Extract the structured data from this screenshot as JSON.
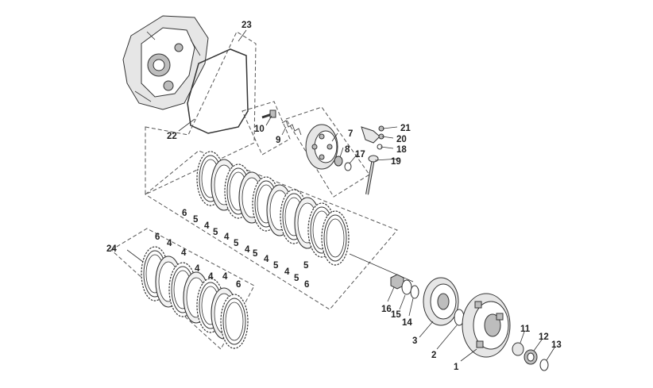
{
  "diagram": {
    "callouts": [
      {
        "id": "c1",
        "text": "1"
      },
      {
        "id": "c2",
        "text": "2"
      },
      {
        "id": "c3",
        "text": "3"
      },
      {
        "id": "c4a",
        "text": "4"
      },
      {
        "id": "c4b",
        "text": "4"
      },
      {
        "id": "c4c",
        "text": "4"
      },
      {
        "id": "c4d",
        "text": "4"
      },
      {
        "id": "c4e",
        "text": "4"
      },
      {
        "id": "c4f",
        "text": "4"
      },
      {
        "id": "c4g",
        "text": "4"
      },
      {
        "id": "c4h",
        "text": "4"
      },
      {
        "id": "c4i",
        "text": "4"
      },
      {
        "id": "c4j",
        "text": "4"
      },
      {
        "id": "c5a",
        "text": "5"
      },
      {
        "id": "c5b",
        "text": "5"
      },
      {
        "id": "c5c",
        "text": "5"
      },
      {
        "id": "c5d",
        "text": "5"
      },
      {
        "id": "c5e",
        "text": "5"
      },
      {
        "id": "c5f",
        "text": "5"
      },
      {
        "id": "c5g",
        "text": "5"
      },
      {
        "id": "c6a",
        "text": "6"
      },
      {
        "id": "c6b",
        "text": "6"
      },
      {
        "id": "c6c",
        "text": "6"
      },
      {
        "id": "c6d",
        "text": "6"
      },
      {
        "id": "c7",
        "text": "7"
      },
      {
        "id": "c8",
        "text": "8"
      },
      {
        "id": "c9",
        "text": "9"
      },
      {
        "id": "c10",
        "text": "10"
      },
      {
        "id": "c11",
        "text": "11"
      },
      {
        "id": "c12",
        "text": "12"
      },
      {
        "id": "c13",
        "text": "13"
      },
      {
        "id": "c14",
        "text": "14"
      },
      {
        "id": "c15",
        "text": "15"
      },
      {
        "id": "c16",
        "text": "16"
      },
      {
        "id": "c17",
        "text": "17"
      },
      {
        "id": "c18",
        "text": "18"
      },
      {
        "id": "c19",
        "text": "19"
      },
      {
        "id": "c20",
        "text": "20"
      },
      {
        "id": "c21",
        "text": "21"
      },
      {
        "id": "c22",
        "text": "22"
      },
      {
        "id": "c23",
        "text": "23"
      },
      {
        "id": "c24",
        "text": "24"
      }
    ]
  }
}
